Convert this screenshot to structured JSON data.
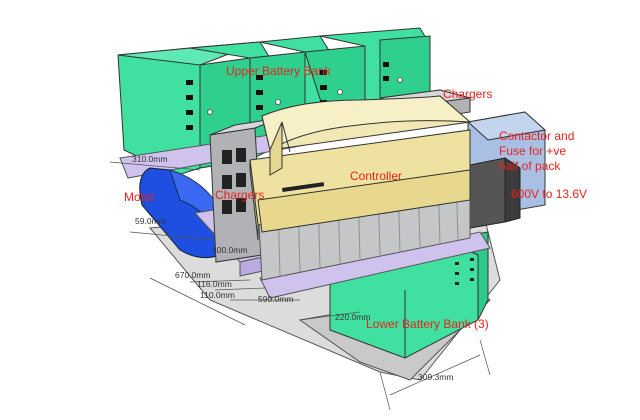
{
  "labels": {
    "upper_bank": "Upper Battery Bank",
    "chargers_top": "Chargers",
    "contactor_line1": "Contactor and",
    "contactor_line2": "Fuse for +ve",
    "contactor_line3": "half of pack",
    "controller": "Controller",
    "motor": "Motor",
    "chargers_left": "Chargers",
    "converter": "600V to 13.6V",
    "lower_bank": "Lower Battery Bank (3)"
  },
  "dimensions": {
    "d_310": "310.0mm",
    "d_59": "59.0mm",
    "d_670": "670.0mm",
    "d_116": "116.0mm",
    "d_110": "110.0mm",
    "d_590": "590.0mm",
    "d_220": "220.0mm",
    "d_309": "309.3mm",
    "d_400": "400.0mm"
  },
  "colors": {
    "battery_green": "#3fe0a0",
    "platform_lavender": "#cfc3ee",
    "motor_blue": "#1f4fe0",
    "controller_yellow": "#efe2a0",
    "charger_grey": "#b0b2b6",
    "contactor_blue": "#a9c0e4",
    "label_red": "#e8231c"
  }
}
